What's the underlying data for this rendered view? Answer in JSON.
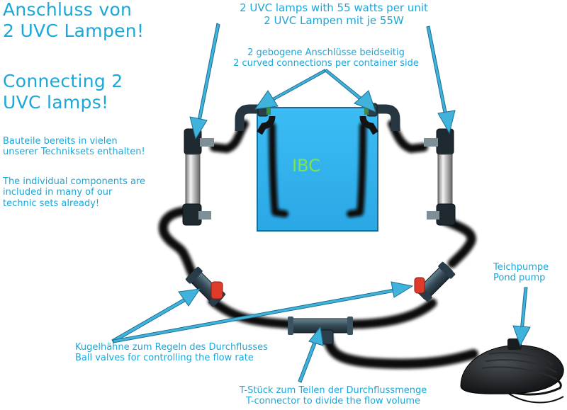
{
  "title": {
    "de": "Anschluss von\n2 UVC Lampen!",
    "en": "Connecting 2\nUVC lamps!"
  },
  "components_note": {
    "de": "Bauteile bereits in vielen\nunserer Techniksets enthalten!",
    "en": "The individual components are\nincluded in many of our\ntechnic sets already!"
  },
  "lamps_label": "2 UVC lamps with 55 watts per unit\n2 UVC Lampen mit je 55W",
  "connections_label": "2 gebogene Anschlüsse beidseitig\n2 curved connections per container side",
  "container_label": "IBC",
  "pump_label": "Teichpumpe\nPond pump",
  "valves_label": "Kugelhähne zum Regeln des Durchflusses\nBall valves for controlling the flow rate",
  "tconnector_label": "T-Stück zum Teilen der Durchflussmenge\nT-connector to divide the flow volume",
  "colors": {
    "text": "#1aa7d9",
    "arrow": "#3fb3dc",
    "arrow_outline": "#1e6f93",
    "container": "#38b6ef",
    "container_text": "#7be64a",
    "hose": "#0a0a0a",
    "valve_handle": "#e03a2a"
  }
}
